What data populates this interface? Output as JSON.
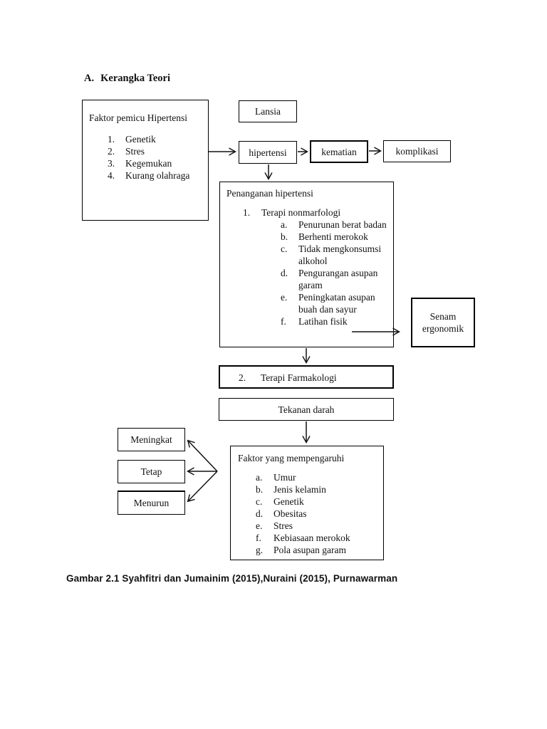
{
  "page": {
    "title_marker": "A.",
    "title_text": "Kerangka Teori",
    "caption": "Gambar 2.1 Syahfitri dan Jumainim (2015),Nuraini (2015), Purnawarman"
  },
  "boxes": {
    "faktor_pemicu": {
      "title": "Faktor pemicu Hipertensi",
      "markers": [
        "1.",
        "2.",
        "3.",
        "4."
      ],
      "items": [
        "Genetik",
        "Stres",
        "Kegemukan",
        "Kurang olahraga"
      ]
    },
    "lansia": {
      "label": "Lansia"
    },
    "hipertensi": {
      "label": "hipertensi"
    },
    "kematian": {
      "label": "kematian"
    },
    "komplikasi": {
      "label": "komplikasi"
    },
    "penanganan": {
      "title": "Penanganan hipertensi",
      "sub_marker": "1.",
      "sub_text": "Terapi nonmarfologi",
      "markers": [
        "a.",
        "b.",
        "c.",
        "d.",
        "e.",
        "f."
      ],
      "items": [
        "Penurunan berat badan",
        "Berhenti merokok",
        "Tidak mengkonsumsi alkohol",
        "Pengurangan asupan garam",
        "Peningkatan asupan buah dan sayur",
        "Latihan fisik"
      ]
    },
    "senam": {
      "line1": "Senam",
      "line2": "ergonomik"
    },
    "farmakologi": {
      "marker": "2.",
      "label": "Terapi Farmakologi"
    },
    "tekanan": {
      "label": "Tekanan darah"
    },
    "meningkat": {
      "label": "Meningkat"
    },
    "tetap": {
      "label": "Tetap"
    },
    "menurun": {
      "label": "Menurun"
    },
    "faktor_pengaruh": {
      "title": "Faktor yang mempengaruhi",
      "markers": [
        "a.",
        "b.",
        "c.",
        "d.",
        "e.",
        "f.",
        "g."
      ],
      "items": [
        "Umur",
        "Jenis kelamin",
        "Genetik",
        "Obesitas",
        "Stres",
        "Kebiasaan merokok",
        "Pola asupan garam"
      ]
    }
  },
  "colors": {
    "ink": "#111111",
    "page_bg": "#ffffff"
  }
}
